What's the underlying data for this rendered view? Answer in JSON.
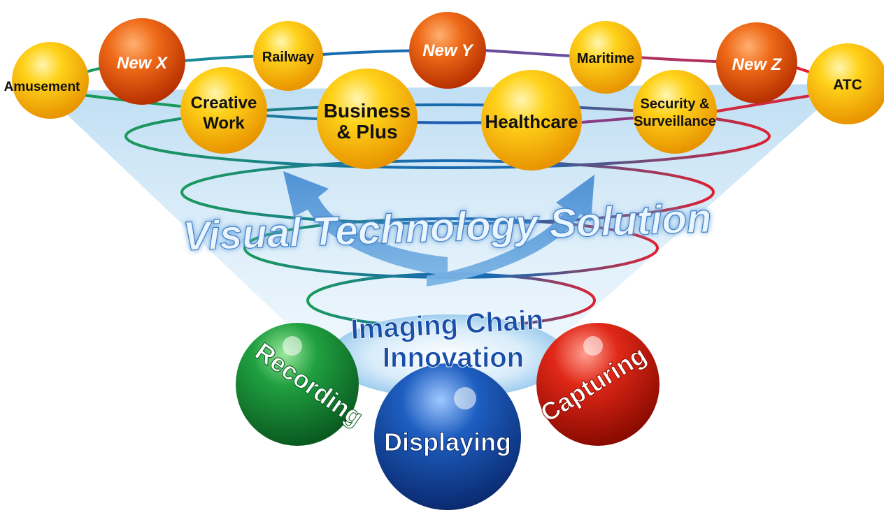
{
  "title": "Visual Technology Solution",
  "core_title_line1": "Imaging Chain",
  "core_title_line2": "Innovation",
  "core": {
    "recording": "Recording",
    "displaying": "Displaying",
    "capturing": "Capturing"
  },
  "applications": {
    "amusement": "Amusement",
    "new_x": "New X",
    "railway": "Railway",
    "new_y": "New Y",
    "maritime": "Maritime",
    "new_z": "New Z",
    "atc": "ATC",
    "creative_work_1": "Creative",
    "creative_work_2": "Work",
    "business_plus_1": "Business",
    "business_plus_2": "& Plus",
    "healthcare": "Healthcare",
    "security_1": "Security &",
    "security_2": "Surveillance"
  },
  "colors": {
    "gold": "#f5b800",
    "orange": "#e85a10",
    "green": "#1a9a3a",
    "blue": "#1a4fa8",
    "red": "#e02018",
    "title_blue": "#6aaee0"
  }
}
